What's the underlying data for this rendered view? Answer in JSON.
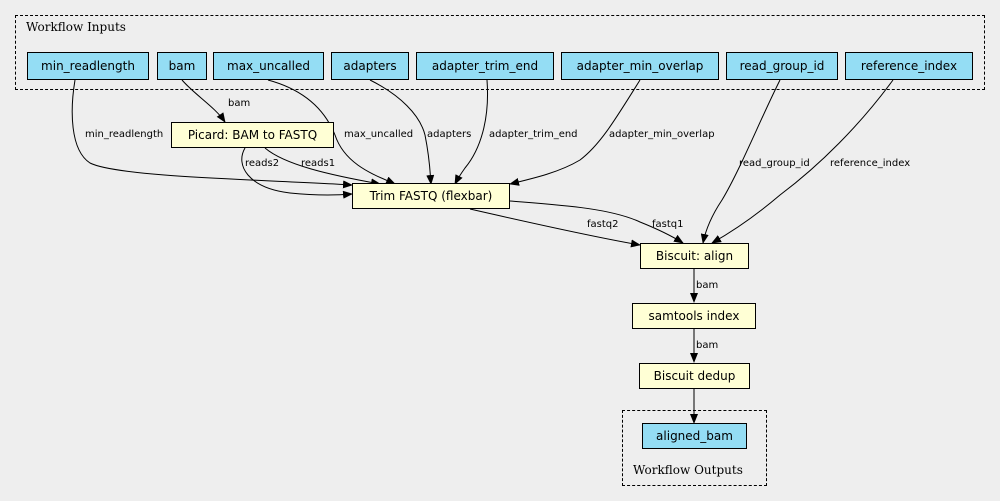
{
  "clusters": {
    "inputs_label": "Workflow Inputs",
    "outputs_label": "Workflow Outputs"
  },
  "inputs": {
    "min_readlength": "min_readlength",
    "bam": "bam",
    "max_uncalled": "max_uncalled",
    "adapters": "adapters",
    "adapter_trim_end": "adapter_trim_end",
    "adapter_min_overlap": "adapter_min_overlap",
    "read_group_id": "read_group_id",
    "reference_index": "reference_index"
  },
  "steps": {
    "picard": "Picard: BAM to FASTQ",
    "flexbar": "Trim FASTQ (flexbar)",
    "biscuit_align": "Biscuit: align",
    "samtools_index": "samtools index",
    "biscuit_dedup": "Biscuit dedup"
  },
  "outputs": {
    "aligned_bam": "aligned_bam"
  },
  "edge_labels": {
    "bam_to_picard": "bam",
    "min_readlength": "min_readlength",
    "reads2": "reads2",
    "reads1": "reads1",
    "max_uncalled": "max_uncalled",
    "adapters": "adapters",
    "adapter_trim_end": "adapter_trim_end",
    "adapter_min_overlap": "adapter_min_overlap",
    "read_group_id": "read_group_id",
    "reference_index": "reference_index",
    "fastq2": "fastq2",
    "fastq1": "fastq1",
    "bam_to_index": "bam",
    "bam_to_dedup": "bam"
  },
  "colors": {
    "input_fill": "#94ddf4",
    "step_fill": "#ffffd5",
    "background": "#eeeeee"
  }
}
